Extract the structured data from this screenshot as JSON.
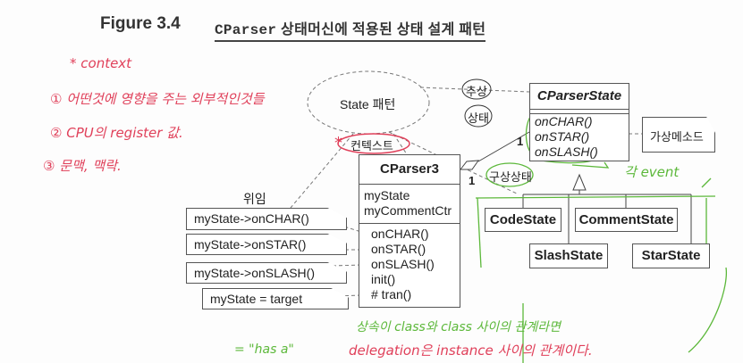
{
  "header": {
    "figure": "Figure 3.4",
    "caption_code": "CParser",
    "caption_text": " 상태머신에 적용된 상태 설계 패턴"
  },
  "pattern": {
    "ellipse_label": "State  패턴",
    "abstract_label": "추상",
    "state_label": "상태",
    "context_label": "컨텍스트",
    "delegation_label": "위임",
    "concrete_label": "구상상태",
    "virtual_note": "가상메소드",
    "mult_a": "1",
    "mult_b": "1"
  },
  "cparser_state": {
    "name": "CParserState",
    "methods": [
      "onCHAR()",
      "onSTAR()",
      "onSLASH()"
    ]
  },
  "cparser3": {
    "name": "CParser3",
    "attributes": [
      "myState",
      "myCommentCtr"
    ],
    "methods": [
      "onCHAR()",
      "onSTAR()",
      "onSLASH()",
      "init()",
      "# tran()"
    ]
  },
  "notes": [
    "myState->onCHAR()",
    "myState->onSTAR()",
    "myState->onSLASH()",
    "myState = target"
  ],
  "substates": [
    "CodeState",
    "CommentState",
    "SlashState",
    "StarState"
  ],
  "annotations": {
    "context_title": "* context",
    "context_items": [
      "① 어떤것에 영향을 주는 외부적인것들",
      "② CPU의 register 값.",
      "③ 문맥, 맥락."
    ],
    "each_event": "각 event",
    "inherit_note": "상속이 class와 class 사이의 관계라면",
    "has_a": "= \"has a\"",
    "delegation_note": "delegation은  instance 사이의 관계이다."
  },
  "colors": {
    "red": "#e0405a",
    "green": "#5cb83a"
  }
}
